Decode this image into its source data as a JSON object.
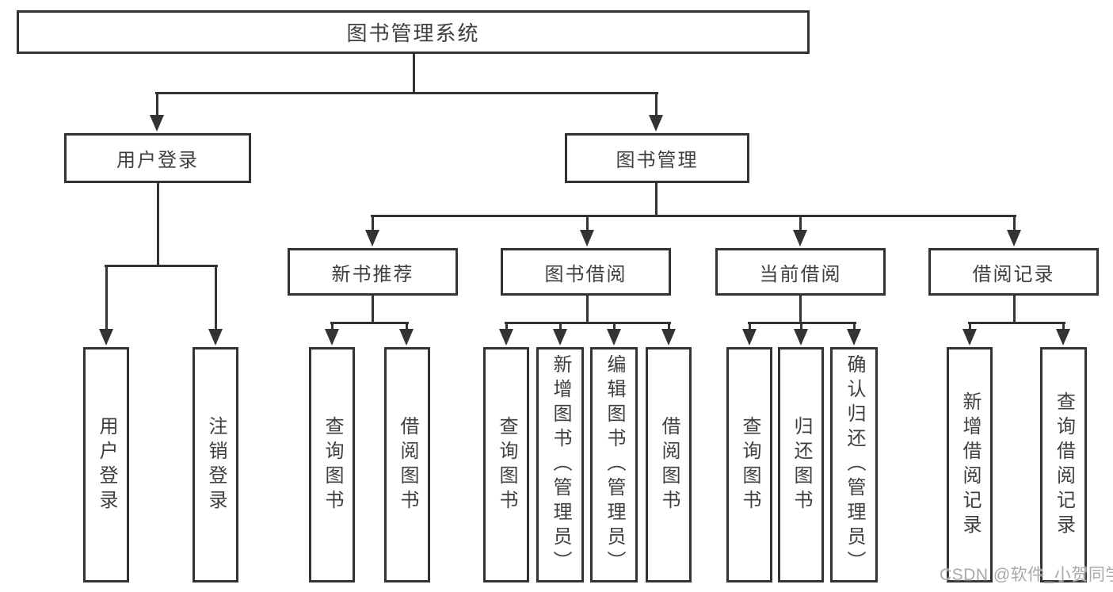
{
  "diagram": {
    "type": "hierarchy-tree",
    "title": "图书管理系统",
    "colors": {
      "line": "#333333",
      "text": "#3f3f3f",
      "background": "#ffffff"
    },
    "nodes": [
      {
        "id": "root",
        "label": "图书管理系统",
        "level": 1,
        "parent": null
      },
      {
        "id": "user-login",
        "label": "用户登录",
        "level": 2,
        "parent": "root"
      },
      {
        "id": "book-management",
        "label": "图书管理",
        "level": 2,
        "parent": "root"
      },
      {
        "id": "new-book-recommend",
        "label": "新书推荐",
        "level": 3,
        "parent": "book-management"
      },
      {
        "id": "book-borrowing",
        "label": "图书借阅",
        "level": 3,
        "parent": "book-management"
      },
      {
        "id": "current-borrowing",
        "label": "当前借阅",
        "level": 3,
        "parent": "book-management"
      },
      {
        "id": "borrowing-records",
        "label": "借阅记录",
        "level": 3,
        "parent": "book-management"
      },
      {
        "id": "user-login-action",
        "label": "用户登录",
        "level": 4,
        "parent": "user-login"
      },
      {
        "id": "logout-action",
        "label": "注销登录",
        "level": 4,
        "parent": "user-login"
      },
      {
        "id": "query-books-recommend",
        "label": "查询图书",
        "level": 4,
        "parent": "new-book-recommend"
      },
      {
        "id": "borrow-books-recommend",
        "label": "借阅图书",
        "level": 4,
        "parent": "new-book-recommend"
      },
      {
        "id": "query-books-borrowing",
        "label": "查询图书",
        "level": 4,
        "parent": "book-borrowing"
      },
      {
        "id": "add-books-admin",
        "label": "新增图书（管理员）",
        "level": 4,
        "parent": "book-borrowing"
      },
      {
        "id": "edit-books-admin",
        "label": "编辑图书（管理员）",
        "level": 4,
        "parent": "book-borrowing"
      },
      {
        "id": "borrow-books-borrowing",
        "label": "借阅图书",
        "level": 4,
        "parent": "book-borrowing"
      },
      {
        "id": "query-books-current",
        "label": "查询图书",
        "level": 4,
        "parent": "current-borrowing"
      },
      {
        "id": "return-books",
        "label": "归还图书",
        "level": 4,
        "parent": "current-borrowing"
      },
      {
        "id": "confirm-return-admin",
        "label": "确认归还（管理员）",
        "level": 4,
        "parent": "current-borrowing"
      },
      {
        "id": "add-borrowing-record",
        "label": "新增借阅记录",
        "level": 4,
        "parent": "borrowing-records"
      },
      {
        "id": "query-borrowing-record",
        "label": "查询借阅记录",
        "level": 4,
        "parent": "borrowing-records"
      }
    ]
  },
  "watermark": {
    "text": "CSDN @软件_小贺同学",
    "color": "#a9a9a9"
  }
}
